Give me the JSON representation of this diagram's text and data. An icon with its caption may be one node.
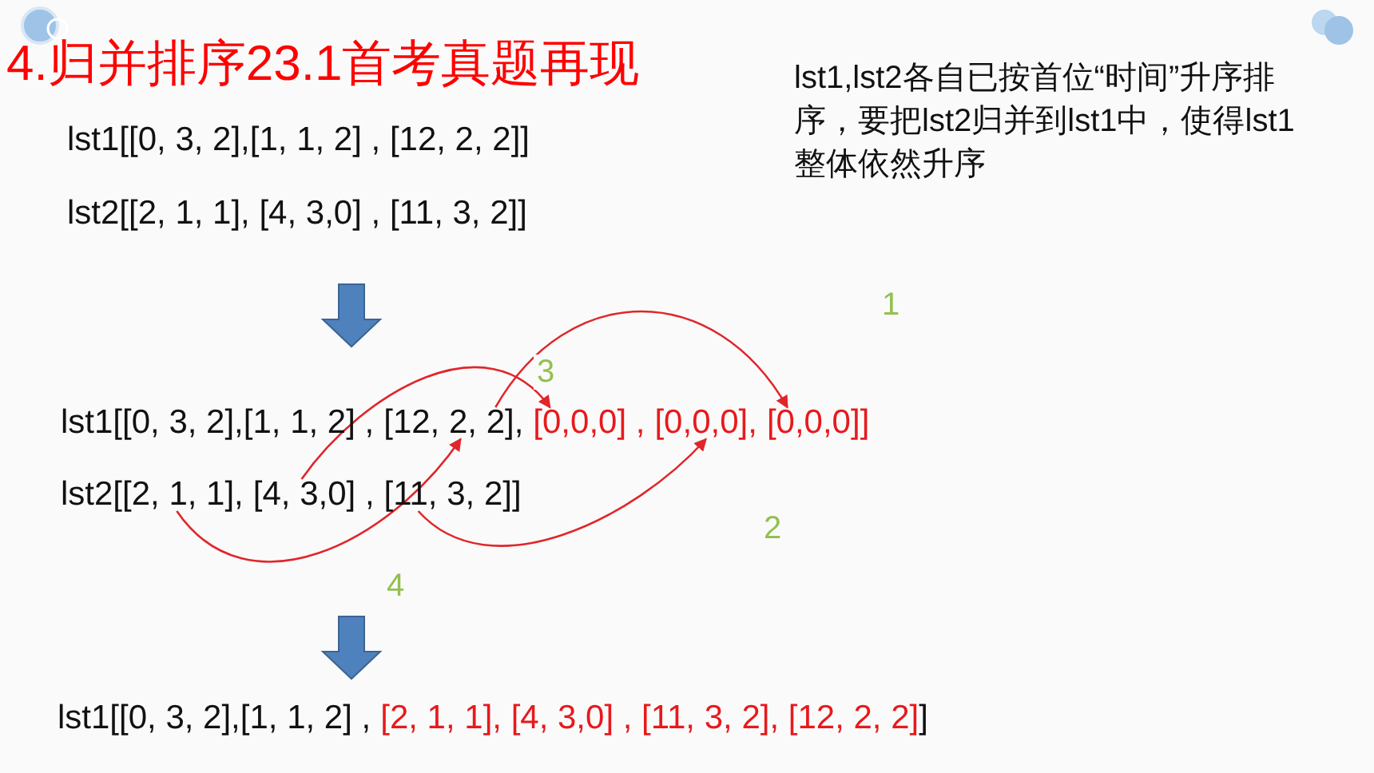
{
  "diagram": {
    "title": "4.归并排序23.1首考真题再现",
    "nodes": [
      {
        "text": [
          "[12, 2, 2],"
        ]
      },
      {
        "text": [
          "[0,0,0] ,"
        ]
      },
      {
        "text": [
          "[0,0,0],"
        ]
      },
      {
        "text": [
          "[0,0,0]]"
        ]
      },
      {
        "text": [
          "[2, 1, 1],"
        ]
      },
      {
        "text": [
          "[4, 3,0] ,"
        ]
      },
      {
        "text": [
          "[11, 3, 2]]"
        ]
      }
    ],
    "edges": [
      {
        "from": 0,
        "to": 3,
        "arrow": "to",
        "label": "1"
      },
      {
        "from": 6,
        "to": 2,
        "arrow": "to",
        "label": "2"
      },
      {
        "from": 5,
        "to": 1,
        "arrow": "to",
        "label": "3"
      },
      {
        "from": 4,
        "to": 0,
        "arrow": "to",
        "label": "4"
      }
    ],
    "labels": [
      "lst1[[0, 3, 2],[1, 1, 2] , [12, 2, 2]]",
      "lst2[[2, 1, 1], [4, 3,0] , [11, 3, 2]]",
      "lst1,lst2各自已按首位“时间”升序排序，要把lst2归并到lst1中，使得lst1整体依然升序",
      "lst1[[0, 3, 2],[1, 1, 2] ,",
      "lst2[",
      "lst1[[0, 3, 2],[1, 1, 2] ,",
      "[2, 1, 1], [4, 3,0] , [11, 3, 2], [12, 2, 2]",
      "]"
    ]
  }
}
